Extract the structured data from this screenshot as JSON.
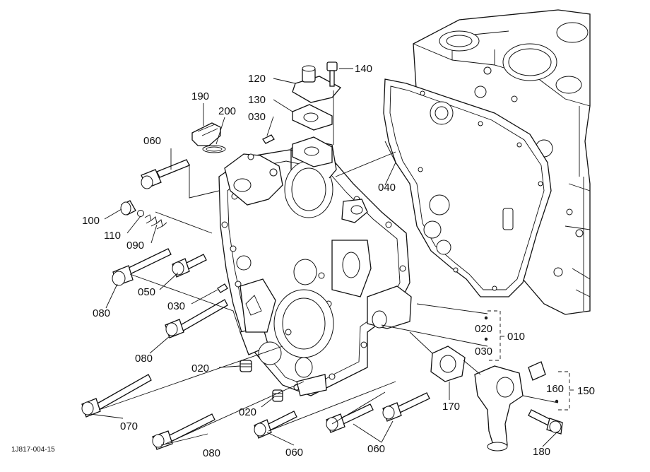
{
  "drawing_ref": "1J817-004-15",
  "callouts": [
    "140",
    "120",
    "130",
    "030",
    "190",
    "200",
    "060",
    "040",
    "100",
    "110",
    "090",
    "050",
    "080",
    "030",
    "080",
    "020",
    "010",
    "030",
    "020",
    "170",
    "070",
    "020",
    "160",
    "150",
    "080",
    "060",
    "060",
    "180"
  ]
}
